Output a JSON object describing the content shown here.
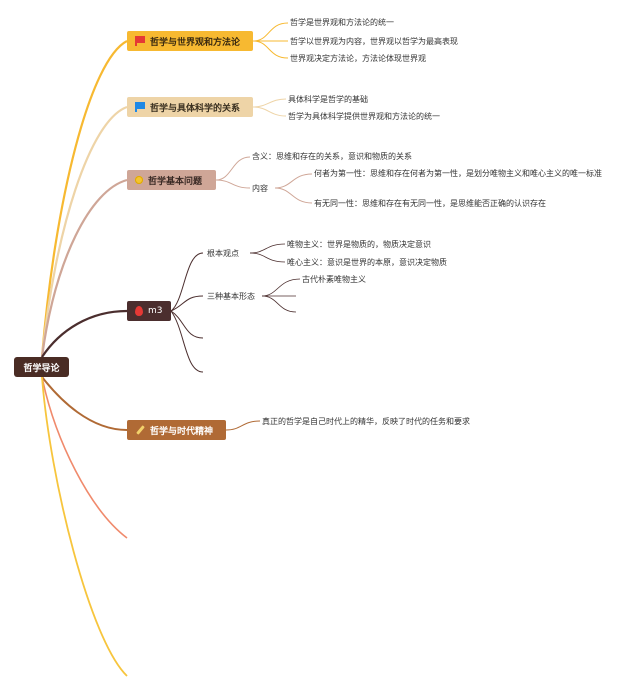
{
  "root": {
    "label": "哲学导论"
  },
  "branches": [
    {
      "label": "哲学与世界观和方法论",
      "icon": "red-flag-icon",
      "children": [
        "哲学是世界观和方法论的统一",
        "哲学以世界观为内容，世界观以哲学为最高表现",
        "世界观决定方法论，方法论体现世界观"
      ]
    },
    {
      "label": "哲学与具体科学的关系",
      "icon": "blue-flag-icon",
      "children": [
        "具体科学是哲学的基础",
        "哲学为具体科学提供世界观和方法论的统一"
      ]
    },
    {
      "label": "哲学基本问题",
      "icon": "lightbulb-icon",
      "children": [
        {
          "label": "含义：思维和存在的关系，意识和物质的关系"
        },
        {
          "label": "内容",
          "children": [
            "何者为第一性：思维和存在何者为第一性，是划分唯物主义和唯心主义的唯一标准",
            "有无同一性：思维和存在有无同一性，是思维能否正确的认识存在"
          ]
        }
      ]
    },
    {
      "label": "m3",
      "icon": "fire-icon",
      "children": [
        {
          "label": "根本观点",
          "children": [
            "唯物主义：世界是物质的，物质决定意识",
            "唯心主义：意识是世界的本原，意识决定物质"
          ]
        },
        {
          "label": "三种基本形态",
          "children": [
            "古代朴素唯物主义"
          ]
        }
      ]
    },
    {
      "label": "哲学与时代精神",
      "icon": "pencil-icon",
      "children": [
        "真正的哲学是自己时代上的精华，反映了时代的任务和要求"
      ]
    }
  ],
  "colors": {
    "root": "#4a2c24",
    "branch1": "#f7b931",
    "branch2": "#eed4a7",
    "branch3": "#cfa697",
    "branch4": "#4b2e2e",
    "branch5": "#b06a35",
    "extra_branch": "#f08a6c",
    "extra_branch2": "#f7c53d"
  }
}
